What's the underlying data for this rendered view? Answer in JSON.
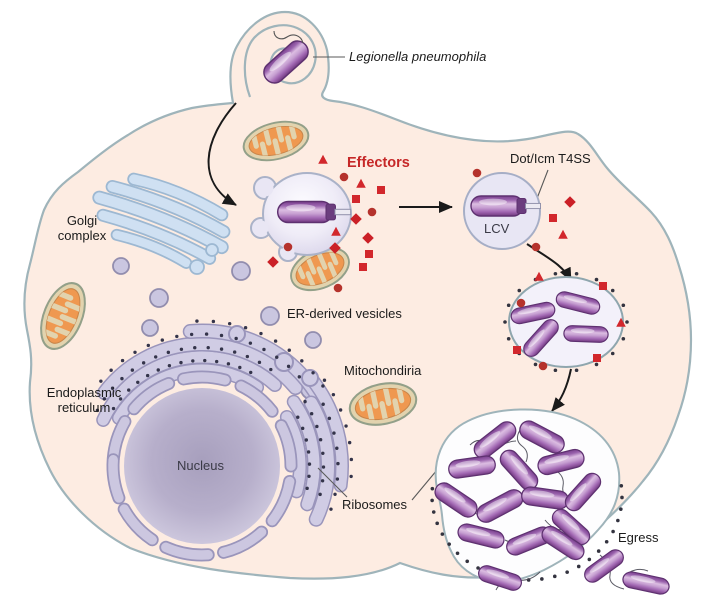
{
  "figure": {
    "subject": "Legionella pneumophila intracellular infection cycle",
    "type": "cell biology diagram"
  },
  "labels": {
    "legionella": "Legionella pneumophila",
    "golgi_line1": "Golgi",
    "golgi_line2": "complex",
    "effectors": "Effectors",
    "dot_icm": "Dot/Icm T4SS",
    "lcv": "LCV",
    "er_vesicles": "ER-derived vesicles",
    "mitochondria": "Mitochondiria",
    "endoplasmic_line1": "Endoplasmic",
    "endoplasmic_line2": "reticulum",
    "nucleus": "Nucleus",
    "ribosomes": "Ribosomes",
    "egress": "Egress"
  },
  "colors": {
    "cell_fill": "#fdece2",
    "membrane": "#9fb4ba",
    "bacterium_purple": "#9c64ae",
    "effector_red": "#d2272c",
    "effectors_label": "#c62828",
    "golgi_blue": "#cfe0f2",
    "er_lavender": "#d0cce4",
    "mitochondria_orange": "#ef9850",
    "vesicle_lavender": "#cac6e0"
  }
}
